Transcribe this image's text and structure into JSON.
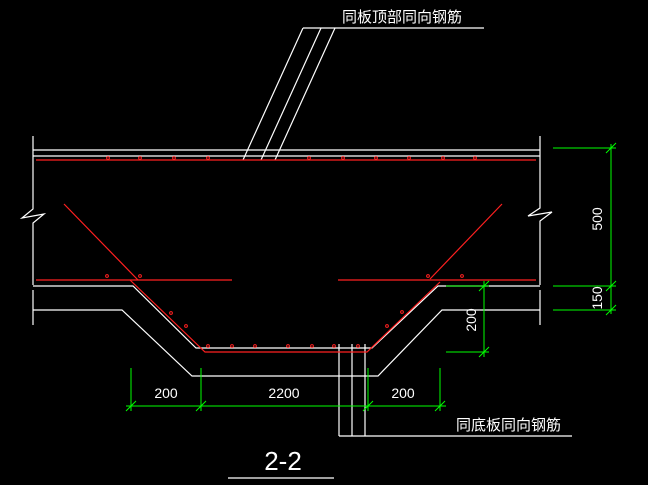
{
  "colors": {
    "background": "#000000",
    "concrete_outline": "#ffffff",
    "rebar": "#ff2020",
    "dimension": "#00ff00",
    "text": "#ffffff"
  },
  "annotations": {
    "top_rebar_note": "同板顶部同向钢筋",
    "bottom_rebar_note": "同底板同向钢筋"
  },
  "dimensions": {
    "left_bottom_width": "200",
    "pit_bottom_width": "2200",
    "right_bottom_width": "200",
    "total_height": "500",
    "slab_thickness": "150",
    "pit_depth": "200"
  },
  "section": {
    "title": "2-2"
  }
}
